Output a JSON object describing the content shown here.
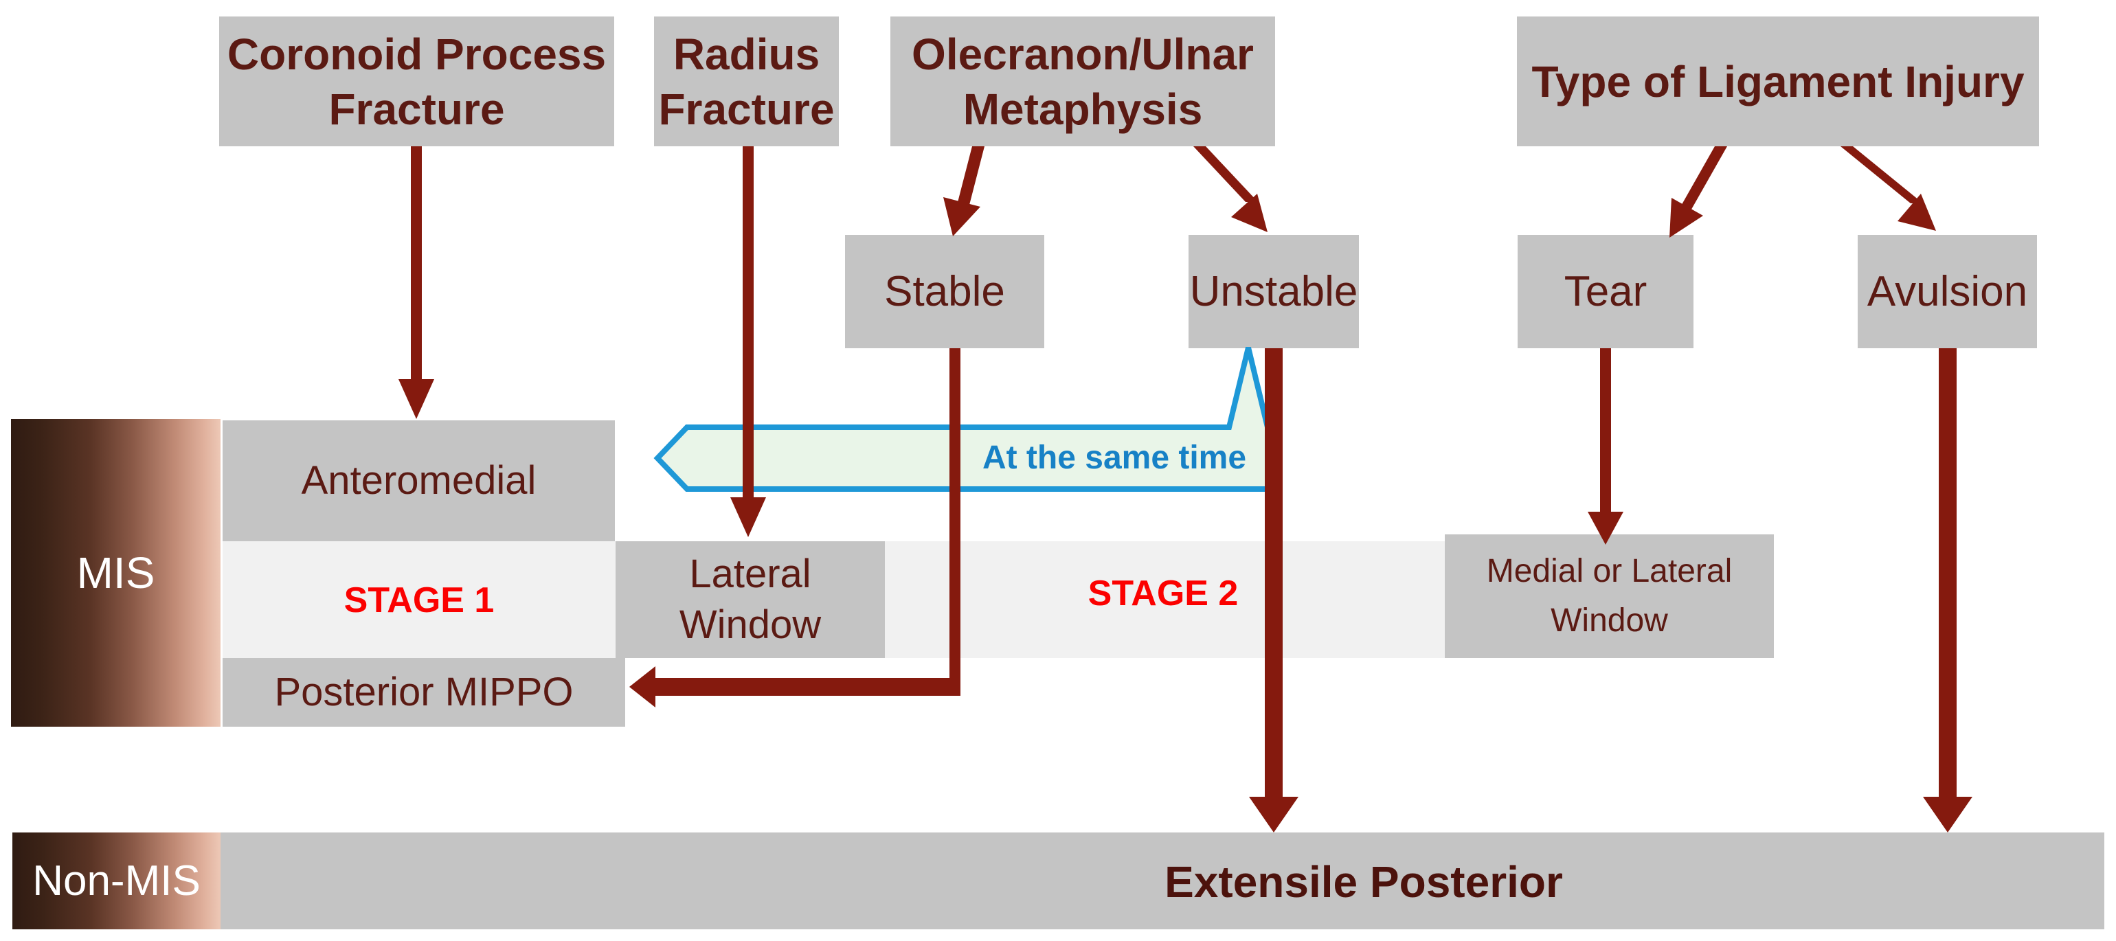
{
  "title": "Elbow fracture surgical approach flowchart",
  "nodes": {
    "coronoid": "Coronoid Process\nFracture",
    "radius": "Radius\nFracture",
    "olecranon": "Olecranon/Ulnar\nMetaphysis",
    "ligament": "Type of Ligament Injury",
    "stable": "Stable",
    "unstable": "Unstable",
    "tear": "Tear",
    "avulsion": "Avulsion",
    "anteromedial": "Anteromedial",
    "lateral_window": "Lateral\nWindow",
    "posterior_mippo": "Posterior MIPPO",
    "medial_lateral_window": "Medial or Lateral\nWindow",
    "extensile_posterior": "Extensile Posterior"
  },
  "lanes": {
    "mis": "MIS",
    "non_mis": "Non-MIS"
  },
  "stages": {
    "stage1": "STAGE 1",
    "stage2": "STAGE 2"
  },
  "banner": {
    "label": "At the same time"
  },
  "edges": [
    {
      "from": "Coronoid Process Fracture",
      "to": "Anteromedial"
    },
    {
      "from": "Radius Fracture",
      "to": "Lateral Window"
    },
    {
      "from": "Olecranon/Ulnar Metaphysis",
      "to": "Stable"
    },
    {
      "from": "Olecranon/Ulnar Metaphysis",
      "to": "Unstable"
    },
    {
      "from": "Stable",
      "to": "Posterior MIPPO"
    },
    {
      "from": "Unstable",
      "to": "Extensile Posterior"
    },
    {
      "from": "Type of Ligament Injury",
      "to": "Tear"
    },
    {
      "from": "Type of Ligament Injury",
      "to": "Avulsion"
    },
    {
      "from": "Tear",
      "to": "Medial or Lateral Window"
    },
    {
      "from": "Avulsion",
      "to": "Extensile Posterior"
    },
    {
      "from": "At the same time banner",
      "to": "Unstable"
    }
  ],
  "colors": {
    "node_fill": "#c4c4c4",
    "node_text": "#5b1a13",
    "arrow": "#851a0e",
    "stage_text": "#fb0100",
    "stage_band": "#f1f1f1",
    "banner_fill": "#e9f5e8",
    "banner_border": "#1e98d7",
    "banner_text": "#1781c6",
    "lane_gradient_dark": "#2f1b12",
    "lane_gradient_light": "#edc8b6",
    "lane_text": "#ffffff",
    "extensile_text": "#4c120c"
  }
}
